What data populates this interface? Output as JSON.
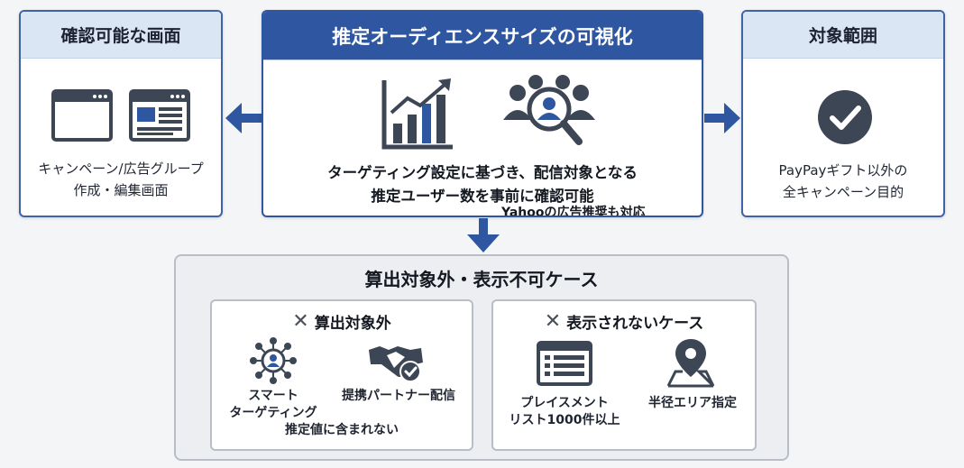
{
  "left_card": {
    "title": "確認可能な画面",
    "icons": [
      "browser-window-icon",
      "ad-layout-window-icon"
    ],
    "caption_line1": "キャンペーン/広告グループ",
    "caption_line2": "作成・編集画面"
  },
  "center_card": {
    "title": "推定オーディエンスサイズの可視化",
    "icons": [
      "bar-chart-growth-icon",
      "audience-search-icon"
    ],
    "desc_line1": "ターゲティング設定に基づき、配信対象となる",
    "desc_line2": "推定ユーザー数を事前に確認可能",
    "overlay_text": "Yahooの広告推奨も対応"
  },
  "right_card": {
    "title": "対象範囲",
    "icon": "check-circle-icon",
    "caption_line1": "PayPayギフト以外の",
    "caption_line2": "全キャンペーン目的"
  },
  "exclusions": {
    "title": "算出対象外・表示不可ケース",
    "not_calculated": {
      "title": "算出対象外",
      "items": [
        {
          "icon": "smart-targeting-icon",
          "label": "スマート\nターゲティング"
        },
        {
          "icon": "partner-handshake-icon",
          "label": "提携パートナー配信"
        }
      ],
      "note": "推定値に含まれない"
    },
    "not_displayed": {
      "title": "表示されないケース",
      "items": [
        {
          "icon": "placement-list-icon",
          "label": "プレイスメント\nリスト1000件以上"
        },
        {
          "icon": "map-pin-area-icon",
          "label": "半径エリア指定"
        }
      ]
    }
  },
  "colors": {
    "primary_blue": "#2f56a0",
    "border_blue": "#3f63a8",
    "header_light_blue": "#dbe6f4",
    "icon_dark": "#3d4654",
    "gray_border": "#b9bec6"
  }
}
